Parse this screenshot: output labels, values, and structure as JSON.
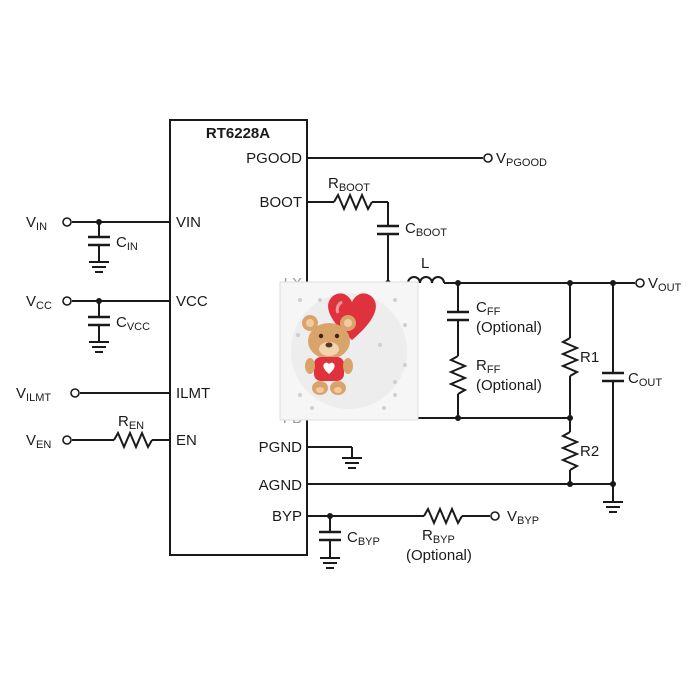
{
  "chip": {
    "name": "RT6228A",
    "pins_right": [
      "PGOOD",
      "BOOT",
      "LX",
      "FB",
      "PGND",
      "AGND",
      "BYP"
    ],
    "pins_left": [
      "VIN",
      "VCC",
      "ILMT",
      "EN"
    ]
  },
  "nets": {
    "vin": {
      "main": "V",
      "sub": "IN"
    },
    "vcc": {
      "main": "V",
      "sub": "CC"
    },
    "vilmt": {
      "main": "V",
      "sub": "ILMT"
    },
    "ven": {
      "main": "V",
      "sub": "EN"
    },
    "vpgood": {
      "main": "V",
      "sub": "PGOOD"
    },
    "vout": {
      "main": "V",
      "sub": "OUT"
    },
    "vbyp": {
      "main": "V",
      "sub": "BYP"
    }
  },
  "components": {
    "cin": {
      "main": "C",
      "sub": "IN"
    },
    "cvcc": {
      "main": "C",
      "sub": "VCC"
    },
    "ren": {
      "main": "R",
      "sub": "EN"
    },
    "rboot": {
      "main": "R",
      "sub": "BOOT"
    },
    "cboot": {
      "main": "C",
      "sub": "BOOT"
    },
    "inductor": "L",
    "cff": {
      "main": "C",
      "sub": "FF",
      "note": "(Optional)"
    },
    "rff": {
      "main": "R",
      "sub": "FF",
      "note": "(Optional)"
    },
    "r1": "R1",
    "r2": "R2",
    "cout": {
      "main": "C",
      "sub": "OUT"
    },
    "cbyp": {
      "main": "C",
      "sub": "BYP"
    },
    "rbyp": {
      "main": "R",
      "sub": "BYP",
      "note": "(Optional)"
    }
  },
  "overlay": {
    "sticker": "teddy-bear-with-heart-balloon"
  },
  "colors": {
    "line": "#1a1a1a",
    "background": "#ffffff",
    "heart": "#e0323c",
    "bear": "#d9a46a"
  }
}
